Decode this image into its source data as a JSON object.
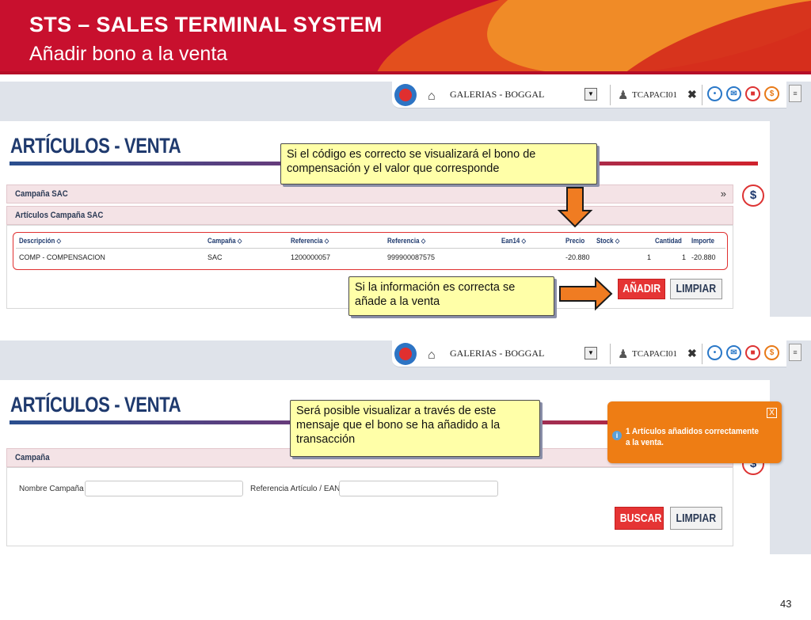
{
  "slide": {
    "title": "STS – SALES  TERMINAL SYSTEM",
    "subtitle": "Añadir bono a la venta",
    "page_number": "43"
  },
  "app_bar": {
    "store": "GALERIAS - BOGGAL",
    "user": "TCAPACI01",
    "close_symbol": "✖",
    "icons": [
      "logo-icon",
      "home-icon",
      "dropdown-arrow-icon",
      "user-icon",
      "close-icon",
      "chat-icon",
      "mail-icon",
      "lock-icon",
      "dollar-icon",
      "document-icon"
    ]
  },
  "screen1": {
    "heading": "ARTÍCULOS - VENTA",
    "section_campaign": "Campaña SAC",
    "section_articles": "Artículos Campaña SAC",
    "expand_symbol": "»",
    "table": {
      "headers": [
        "Descripción ⬦",
        "Campaña ⬦",
        "Referencia ⬦",
        "Referencia ⬦",
        "Ean14 ⬦",
        "Precio",
        "Stock ⬦",
        "Cantidad",
        "Importe"
      ],
      "row": [
        "COMP - COMPENSACION",
        "SAC",
        "1200000057",
        "999900087575",
        "",
        "-20.880",
        "1",
        "1",
        "-20.880"
      ]
    },
    "add_button": "AÑADIR",
    "clear_button": "LIMPIAR",
    "callout_top": "Si el código es correcto se visualizará el bono de compensación y el valor que corresponde",
    "callout_bottom": "Si la información es correcta se añade a la venta"
  },
  "screen2": {
    "heading": "ARTÍCULOS - VENTA",
    "section_campaign": "Campaña",
    "label_campaign_name": "Nombre Campaña",
    "label_reference": "Referencia Artículo / EAN",
    "campaign_name_value": "",
    "reference_value": "",
    "search_button": "BUSCAR",
    "clear_button": "LIMPIAR",
    "callout": "Será posible visualizar a través de este mensaje que el bono se ha añadido a la transacción",
    "toast_message": "1 Artículos añadidos correctamente a la venta.",
    "toast_close": "X"
  },
  "colors": {
    "brand_red": "#c8102e",
    "accent_orange": "#ee7d14",
    "callout_yellow": "#ffffa8",
    "heading_blue": "#1f3a6e"
  }
}
